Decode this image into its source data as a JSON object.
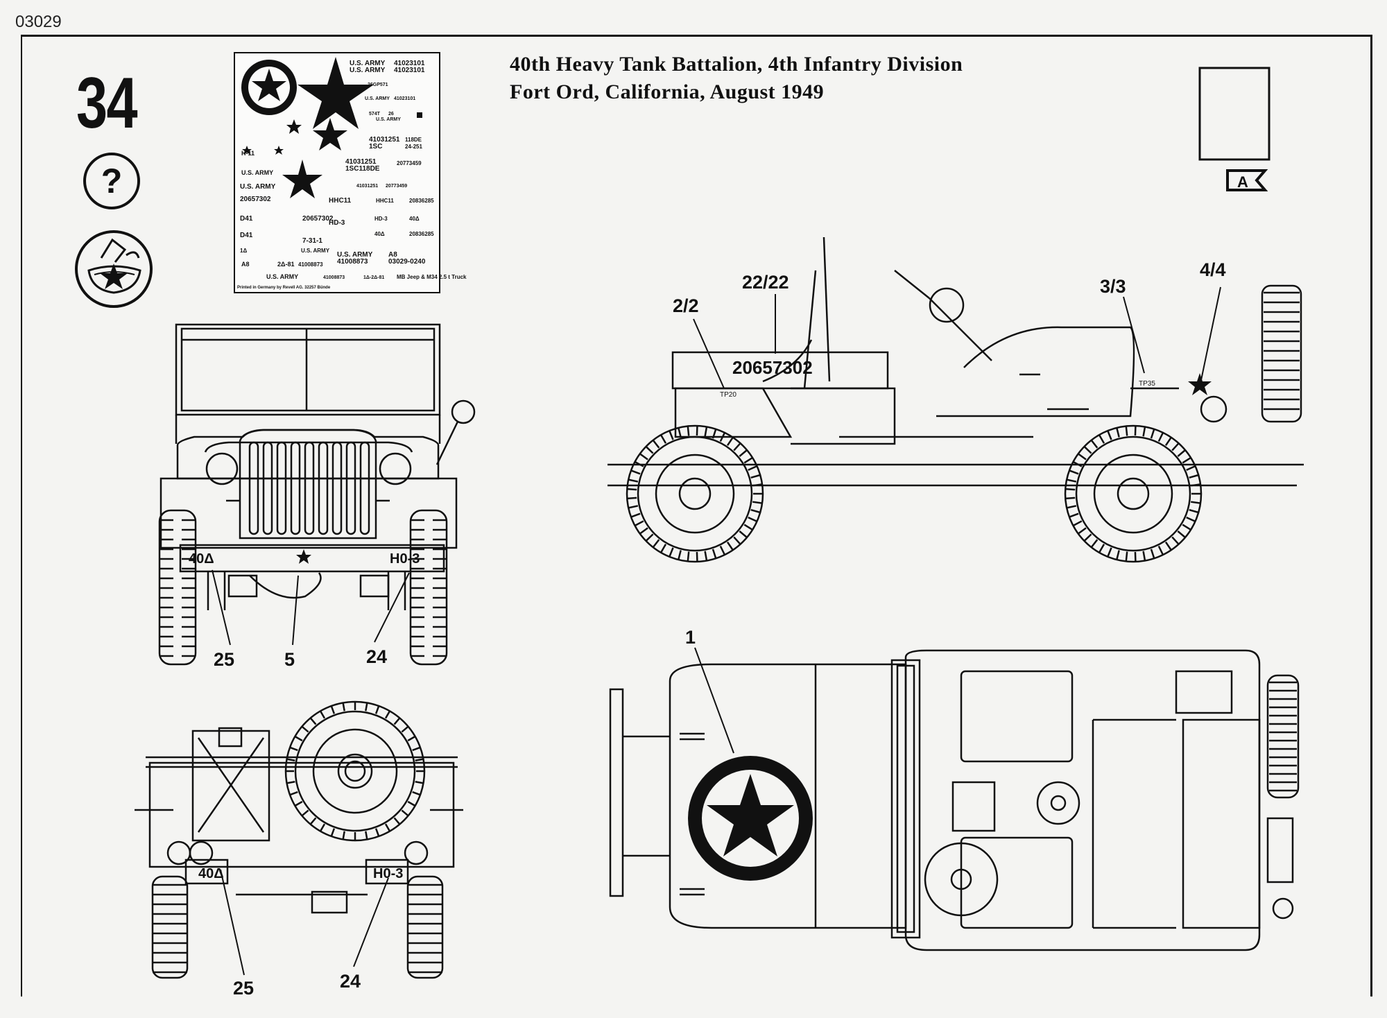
{
  "sheet_code": "03029",
  "step_number": "34",
  "header": {
    "title_line1": "40th Heavy Tank Battalion, 4th Infantry Division",
    "title_line2": "Fort Ord, California, August 1949"
  },
  "paint_box_label": "A",
  "decal_sheet": {
    "texts": [
      "U.S. ARMY",
      "41023101",
      "U.S. ARMY",
      "41023101",
      "26GP571",
      "U.S. ARMY",
      "41023101",
      "574T",
      "26",
      "U.S. ARMY",
      "41031251",
      "1SC",
      "118DE",
      "24-251",
      "H-11",
      "U.S. ARMY",
      "41031251",
      "1SC118DE",
      "20773459",
      "U.S. ARMY",
      "41031251",
      "20773459",
      "20657302",
      "HHC11",
      "HHC11",
      "20836285",
      "D41",
      "20657302",
      "HD-3",
      "HD-3",
      "40Δ",
      "40Δ",
      "20836285",
      "D41",
      "7-31-1",
      "1Δ",
      "U.S. ARMY",
      "U.S. ARMY",
      "A8",
      "A8",
      "2Δ-81",
      "41008873",
      "41008873",
      "03029-0240",
      "U.S. ARMY",
      "41008873",
      "1Δ-2Δ-81",
      "MB Jeep & M34 2.5 t Truck",
      "Printed in Germany by Revell AG. 32257 Bünde"
    ]
  },
  "front_view": {
    "plate_left": "40Δ",
    "plate_right": "H0-3",
    "callouts": [
      "25",
      "5",
      "24"
    ]
  },
  "rear_view": {
    "plate_left": "40Δ",
    "plate_right": "H0-3",
    "callouts": [
      "25",
      "24"
    ]
  },
  "side_view": {
    "hood_number": "20657302",
    "hood_small": "TP20",
    "rear_small": "TP35",
    "callouts": [
      "2/2",
      "22/22",
      "3/3",
      "4/4"
    ]
  },
  "top_view": {
    "callouts": [
      "1"
    ]
  }
}
